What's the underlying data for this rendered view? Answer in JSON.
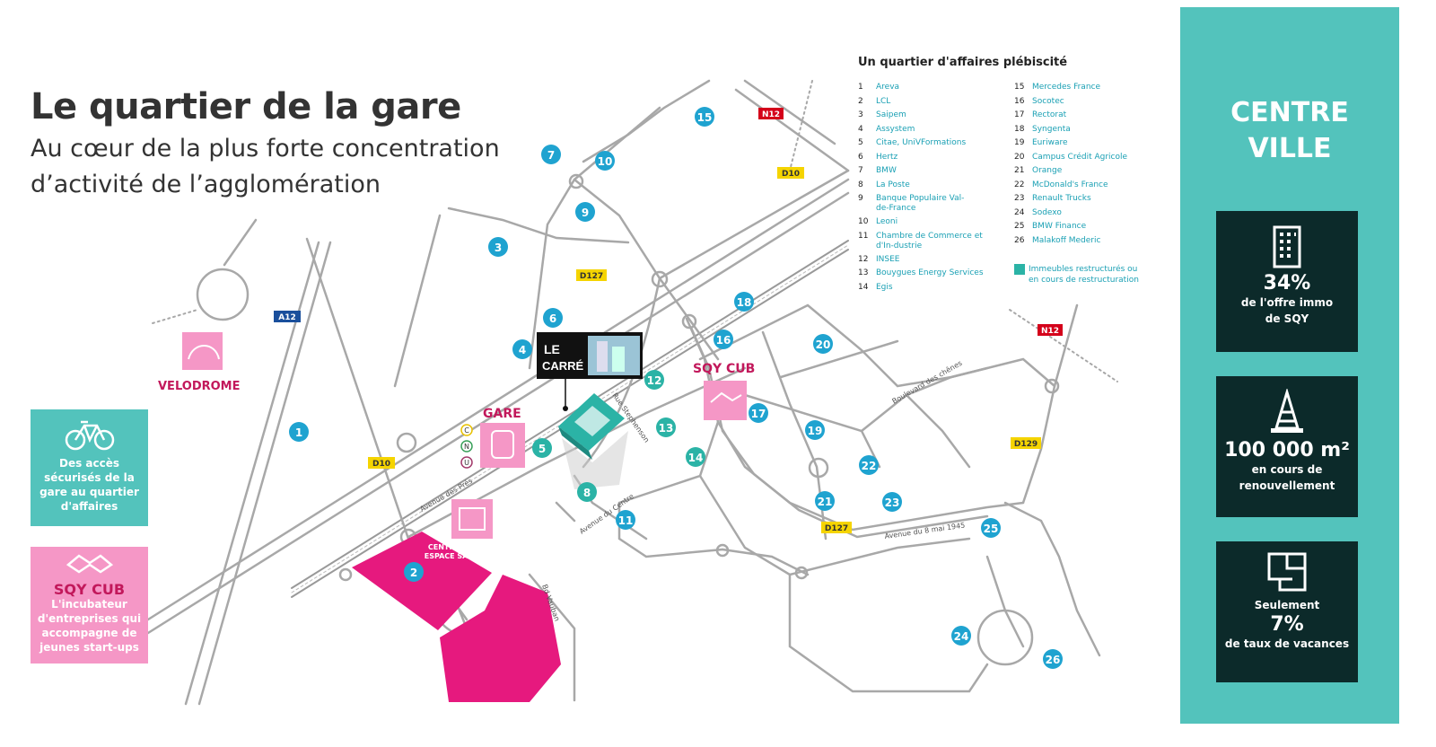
{
  "header": {
    "title": "Le quartier de la gare",
    "subtitle": "Au cœur de la plus forte concentration d’activité de l’agglomération"
  },
  "legend": {
    "title": "Un quartier d'affaires plébiscité",
    "col1": [
      {
        "n": "1",
        "t": "Areva"
      },
      {
        "n": "2",
        "t": "LCL"
      },
      {
        "n": "3",
        "t": "Saipem"
      },
      {
        "n": "4",
        "t": "Assystem"
      },
      {
        "n": "5",
        "t": "Citae, UniVFormations"
      },
      {
        "n": "6",
        "t": "Hertz"
      },
      {
        "n": "7",
        "t": "BMW"
      },
      {
        "n": "8",
        "t": "La Poste"
      },
      {
        "n": "9",
        "t": "Banque Populaire Val-de-France"
      },
      {
        "n": "10",
        "t": "Leoni"
      },
      {
        "n": "11",
        "t": "Chambre de Commerce et d'In-dustrie"
      },
      {
        "n": "12",
        "t": "INSEE"
      },
      {
        "n": "13",
        "t": "Bouygues Energy Services"
      },
      {
        "n": "14",
        "t": "Egis"
      }
    ],
    "col2": [
      {
        "n": "15",
        "t": "Mercedes France"
      },
      {
        "n": "16",
        "t": "Socotec"
      },
      {
        "n": "17",
        "t": "Rectorat"
      },
      {
        "n": "18",
        "t": "Syngenta"
      },
      {
        "n": "19",
        "t": "Euriware"
      },
      {
        "n": "20",
        "t": "Campus Crédit Agricole"
      },
      {
        "n": "21",
        "t": "Orange"
      },
      {
        "n": "22",
        "t": "McDonald's France"
      },
      {
        "n": "23",
        "t": "Renault Trucks"
      },
      {
        "n": "24",
        "t": "Sodexo"
      },
      {
        "n": "25",
        "t": "BMW Finance"
      },
      {
        "n": "26",
        "t": "Malakoff Mederic"
      }
    ],
    "note": "Immeubles restructurés ou en cours de restructuration"
  },
  "sidebar": {
    "title_line1": "CENTRE",
    "title_line2": "VILLE",
    "stat1_value": "34%",
    "stat1_line1": "de l'offre immo",
    "stat1_line2": "de SQY",
    "stat2_value": "100 000 m²",
    "stat2_line1": "en cours de",
    "stat2_line2": "renouvellement",
    "stat3_pre": "Seulement",
    "stat3_value": "7%",
    "stat3_line": "de taux de vacances"
  },
  "boxes": {
    "teal_l1": "Des accès",
    "teal_l2": "sécurisés de la",
    "teal_l3": "gare au quartier",
    "teal_l4": "d'affaires",
    "pink_head": "SQY CUB",
    "pink_l1": "L'incubateur",
    "pink_l2": "d'entreprises qui",
    "pink_l3": "accompagne de",
    "pink_l4": "jeunes start-ups"
  },
  "map": {
    "velodrome": "VELODROME",
    "gare": "GARE",
    "sqy_cub": "SQY CUB",
    "centre_commercial_l1": "CENTRE COMMERCIAL",
    "centre_commercial_l2": "ESPACE SAINT-QUENTIN",
    "le": "LE",
    "carre": "CARRÉ",
    "rer_c": "C",
    "rer_n": "N",
    "rer_u": "U",
    "roads": {
      "a12": "A12",
      "n12a": "N12",
      "n12b": "N12",
      "d10a": "D10",
      "d10b": "D10",
      "d127a": "D127",
      "d127b": "D127",
      "d129": "D129"
    },
    "streets": {
      "pres": "Avenue des Prés",
      "centre": "Avenue du Centre",
      "stephenson": "Rue Stephenson",
      "vauban": "Bd Vauban",
      "chenes": "Boulevard des chênes",
      "mai": "Avenue du 8 mai 1945"
    },
    "markers": {
      "m1": "1",
      "m2": "2",
      "m3": "3",
      "m4": "4",
      "m5": "5",
      "m6": "6",
      "m7": "7",
      "m8": "8",
      "m9": "9",
      "m10": "10",
      "m11": "11",
      "m12": "12",
      "m13": "13",
      "m14": "14",
      "m15": "15",
      "m16": "16",
      "m17": "17",
      "m18": "18",
      "m19": "19",
      "m20": "20",
      "m21": "21",
      "m22": "22",
      "m23": "23",
      "m24": "24",
      "m25": "25",
      "m26": "26"
    }
  },
  "colors": {
    "teal": "#53c3bc",
    "marker": "#1fa3d0",
    "magenta": "#e6197e",
    "pink": "#f597c6",
    "dark": "#0c2a2a",
    "road": "#a8a8a8"
  }
}
